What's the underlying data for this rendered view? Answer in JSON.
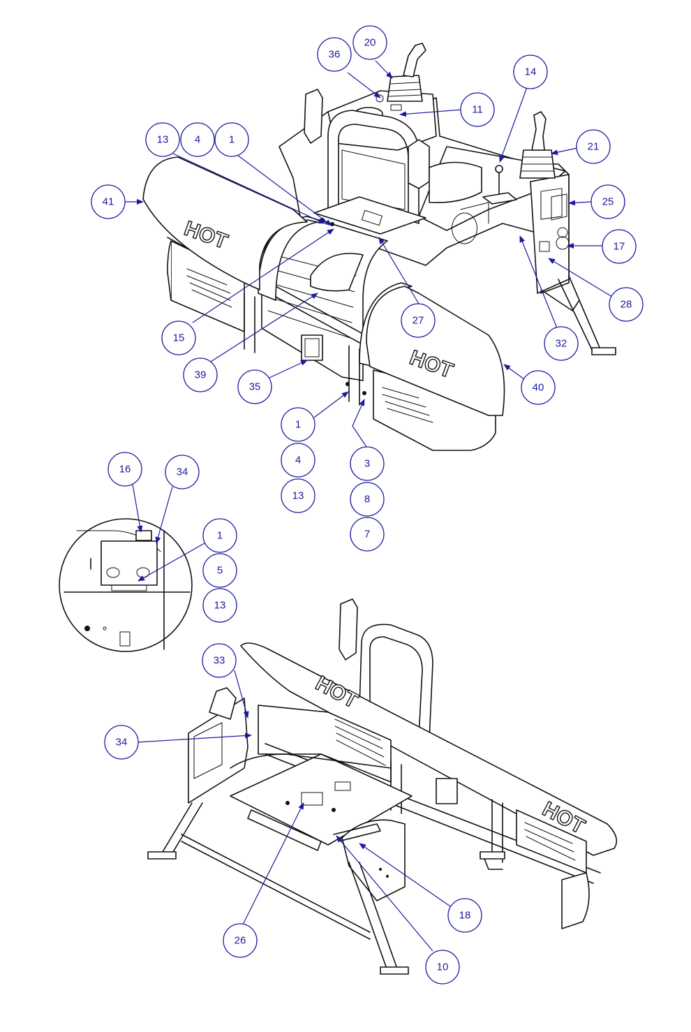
{
  "diagram": {
    "hot_label": "HOT",
    "callouts": {
      "c41": "41",
      "c13a": "13",
      "c4a": "4",
      "c1a": "1",
      "c36": "36",
      "c20": "20",
      "c11": "11",
      "c14": "14",
      "c21": "21",
      "c25": "25",
      "c17": "17",
      "c28": "28",
      "c32": "32",
      "c27": "27",
      "c15": "15",
      "c39": "39",
      "c35": "35",
      "c40": "40",
      "c1b": "1",
      "c4b": "4",
      "c13b": "13",
      "c3": "3",
      "c8": "8",
      "c7": "7",
      "c16": "16",
      "c34a": "34",
      "c1c": "1",
      "c5": "5",
      "c13c": "13",
      "c33": "33",
      "c34b": "34",
      "c26": "26",
      "c18": "18",
      "c10": "10"
    }
  }
}
